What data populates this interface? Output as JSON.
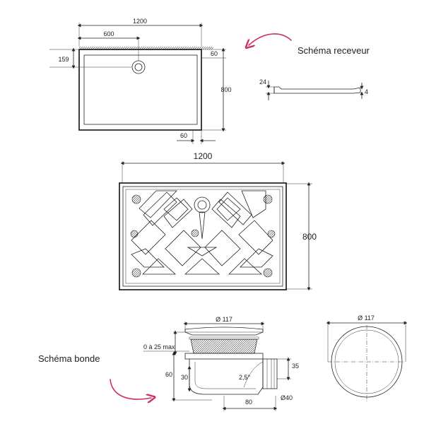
{
  "captions": {
    "receveur": "Schéma receveur",
    "bonde": "Schéma bonde"
  },
  "top_plan": {
    "width": "1200",
    "half_width": "600",
    "drain_offset": "159",
    "edge_top": "60",
    "depth": "800",
    "edge_bottom": "60"
  },
  "profile": {
    "height_left": "24",
    "height_right": "4"
  },
  "underside": {
    "width": "1200",
    "depth": "800"
  },
  "bonde_side": {
    "diameter": "Ø 117",
    "adjust": "0 à 25 max",
    "height": "60",
    "inner": "30",
    "slope": "2,5°",
    "outlet_h": "35",
    "length": "80",
    "outlet_d": "Ø40"
  },
  "bonde_top": {
    "diameter": "Ø 117"
  },
  "colors": {
    "accent_arrow": "#c8326a",
    "line": "#222222"
  }
}
